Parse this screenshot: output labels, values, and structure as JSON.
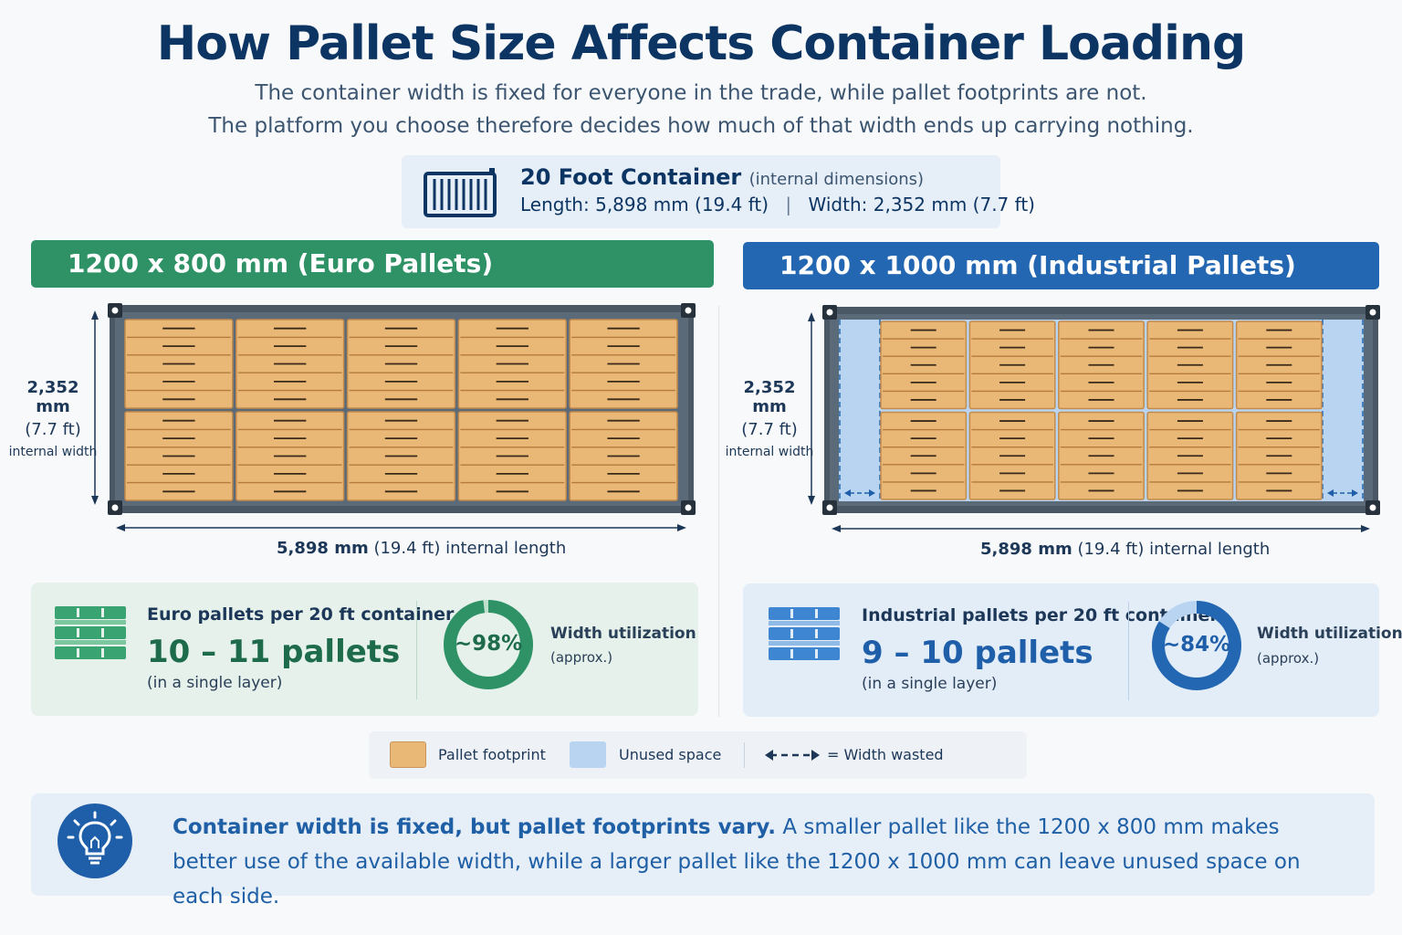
{
  "title": "How Pallet Size Affects Container Loading",
  "subtitle_lines": [
    "The container width is fixed for everyone in the trade, while pallet footprints are not.",
    "The platform you choose therefore decides how much of that width ends up carrying nothing."
  ],
  "container": {
    "name": "20 Foot Container",
    "note": "(internal dimensions)",
    "length_label": "Length:",
    "length_value": "5,898 mm (19.4 ft)",
    "separator": "|",
    "width_label": "Width:",
    "width_value": "2,352 mm (7.7 ft)"
  },
  "dims": {
    "width_mm": "2,352 mm",
    "width_ft": "(7.7 ft)",
    "width_note": "internal width",
    "length_mm": "5,898 mm",
    "length_rest": " (19.4 ft) internal length"
  },
  "euro": {
    "heading": "1200 x 800 mm (Euro Pallets)",
    "stat_title": "Euro pallets per 20 ft container",
    "stat_value": "10 – 11 pallets",
    "stat_note": "(in a single layer)",
    "util_text": "~98%",
    "util_fraction": 0.98,
    "util_title": "Width utilization",
    "util_note": "(approx.)",
    "layout_columns": 5,
    "layout_rows": 2
  },
  "industrial": {
    "heading": "1200 x 1000 mm (Industrial Pallets)",
    "stat_title": "Industrial pallets per 20 ft container",
    "stat_value": "9 – 10 pallets",
    "stat_note": "(in a single layer)",
    "util_text": "~84%",
    "util_fraction": 0.84,
    "util_title": "Width utilization",
    "util_note": "(approx.)",
    "layout_columns": 5,
    "layout_rows": 2
  },
  "legend": {
    "pallet": "Pallet footprint",
    "unused": "Unused space",
    "wasted": "= Width wasted"
  },
  "tip": {
    "strong": "Container width is fixed, but pallet footprints vary.",
    "rest": " A smaller pallet like the 1200 x 800 mm makes better use of the available width, while a larger pallet like the 1200 x 1000 mm can leave unused space on each side."
  },
  "colors": {
    "euro_green": "#2e9266",
    "industrial_blue": "#2366b1",
    "pallet_wood": "#e9b877",
    "unused_space": "#b8d4f0",
    "container_frame": "#3c4a58"
  }
}
